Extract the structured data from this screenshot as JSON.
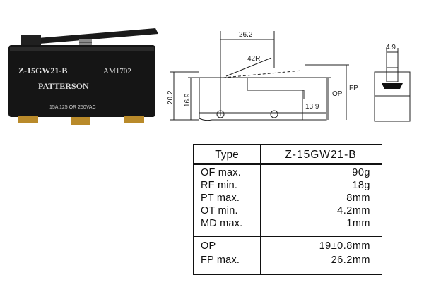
{
  "photo": {
    "model_label": "Z-15GW21-B",
    "code_label": "AM1702",
    "brand_label": "PATTERSON",
    "rating_label": "15A 125 OR 250VAC"
  },
  "drawing": {
    "dim_width": "26.2",
    "dim_radius": "42R",
    "dim_height_total": "20.2",
    "dim_height_body": "16.9",
    "dim_height_lower": "13.9",
    "label_op": "OP",
    "label_fp": "FP",
    "dim_side_width": "4.9"
  },
  "table": {
    "head_type": "Type",
    "head_model": "Z-15GW21-B",
    "rows": [
      {
        "label": "OF max.",
        "value": "90g"
      },
      {
        "label": "RF min.",
        "value": "18g"
      },
      {
        "label": "PT max.",
        "value": "8mm"
      },
      {
        "label": "OT min.",
        "value": "4.2mm"
      },
      {
        "label": "MD max.",
        "value": "1mm"
      }
    ],
    "rows2": [
      {
        "label": "OP",
        "value": "19±0.8mm"
      },
      {
        "label": "FP max.",
        "value": "26.2mm"
      }
    ]
  }
}
